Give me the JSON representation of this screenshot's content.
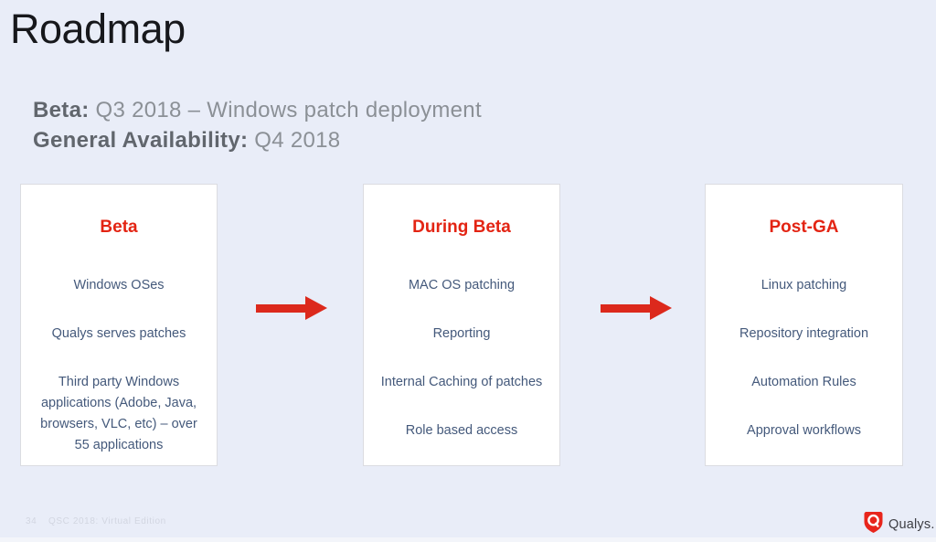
{
  "slide": {
    "title": "Roadmap",
    "subtitle": {
      "beta_label": "Beta:",
      "beta_value": " Q3 2018 – Windows patch deployment",
      "ga_label": "General Availability:",
      "ga_value": " Q4 2018"
    },
    "cards": [
      {
        "title": "Beta",
        "items": [
          "Windows OSes",
          "Qualys serves patches",
          "Third party Windows applications (Adobe, Java, browsers, VLC, etc) – over 55 applications"
        ]
      },
      {
        "title": "During Beta",
        "items": [
          "MAC OS patching",
          "Reporting",
          "Internal Caching of patches",
          "Role based access"
        ]
      },
      {
        "title": "Post-GA",
        "items": [
          "Linux patching",
          "Repository integration",
          "Automation Rules",
          "Approval workflows"
        ]
      }
    ],
    "footer": {
      "page_number": "34",
      "event_label": "QSC 2018: Virtual Edition",
      "logo_text": "Qualys."
    },
    "icons": {
      "arrow": "right-arrow-icon",
      "logo": "qualys-shield-icon"
    },
    "colors": {
      "background": "#e9edf8",
      "card_background": "#ffffff",
      "card_border": "#dbdce1",
      "accent_red": "#e32413",
      "arrow_red": "#dc291c",
      "logo_red": "#e8251c",
      "card_text": "#44597b",
      "title_text": "#17181c",
      "subtitle_bold": "#61666d",
      "subtitle_regular": "#8b9096",
      "footer_text": "#d2d6e1"
    }
  }
}
